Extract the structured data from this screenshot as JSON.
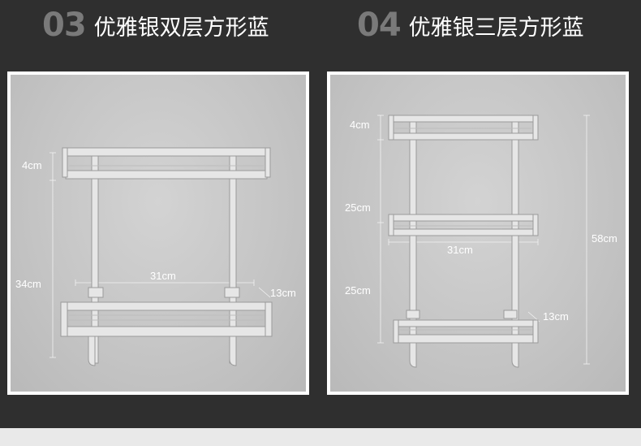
{
  "product_left": {
    "number": "03",
    "name": "优雅银双层方形蓝",
    "dims": {
      "top_tier": "4cm",
      "height": "34cm",
      "width": "31cm",
      "depth": "13cm"
    }
  },
  "product_right": {
    "number": "04",
    "name": "优雅银三层方形蓝",
    "dims": {
      "top_tier": "4cm",
      "gap_upper": "25cm",
      "width": "31cm",
      "gap_lower": "25cm",
      "depth": "13cm",
      "height": "58cm"
    }
  },
  "colors": {
    "background": "#2f2f2f",
    "panel_frame": "#ffffff",
    "panel_bg": "#c7c7c7",
    "number": "#7a7a7a",
    "title": "#ffffff"
  }
}
